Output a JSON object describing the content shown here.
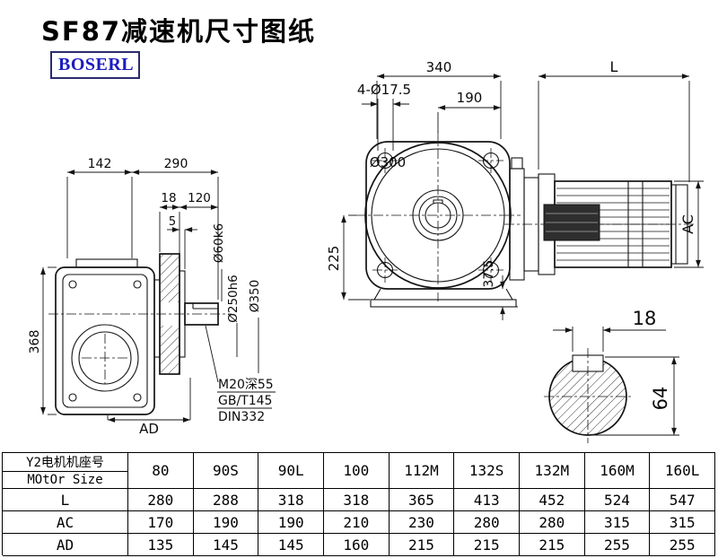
{
  "page": {
    "title": "SF87减速机尺寸图纸",
    "logo": "BOSERL"
  },
  "drawing": {
    "left_view": {
      "dim_142": "142",
      "dim_290": "290",
      "dim_18": "18",
      "dim_120": "120",
      "dim_5": "5",
      "dim_368": "368",
      "dim_ad": "AD",
      "dia_shaft": "Ø60k6",
      "dia_spigot": "Ø250h6",
      "dia_flange": "Ø350",
      "note_thread": "M20深55",
      "note_standard": "GB/T145",
      "note_din": "DIN332"
    },
    "front_view": {
      "dim_340": "340",
      "dim_l": "L",
      "dim_bolt_holes": "4-Ø17.5",
      "dim_190": "190",
      "dia_flange": "Ø300",
      "dim_225": "225",
      "dim_37_5": "37.5",
      "dim_ac": "AC"
    },
    "shaft_view": {
      "dim_18": "18",
      "dim_64": "64"
    }
  },
  "table": {
    "row_header_cn": "Y2电机机座号",
    "row_header_en": "MOtOr Size",
    "frame_sizes": [
      "80",
      "90S",
      "90L",
      "100",
      "112M",
      "132S",
      "132M",
      "160M",
      "160L"
    ],
    "rows": [
      {
        "label": "L",
        "values": [
          "280",
          "288",
          "318",
          "318",
          "365",
          "413",
          "452",
          "524",
          "547"
        ]
      },
      {
        "label": "AC",
        "values": [
          "170",
          "190",
          "190",
          "210",
          "230",
          "280",
          "280",
          "315",
          "315"
        ]
      },
      {
        "label": "AD",
        "values": [
          "135",
          "145",
          "145",
          "160",
          "215",
          "215",
          "215",
          "255",
          "255"
        ]
      }
    ]
  }
}
